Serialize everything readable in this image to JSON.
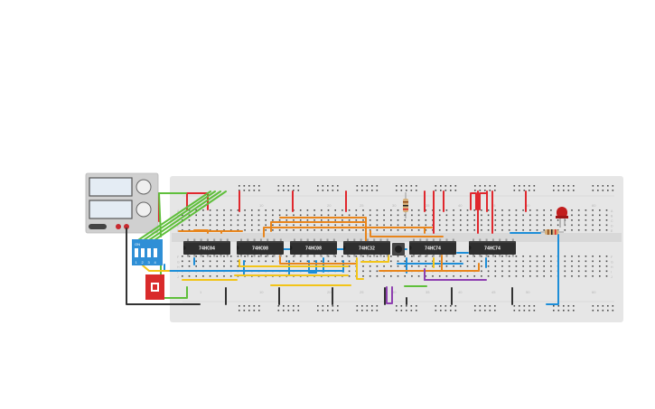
{
  "breadboard": {
    "column_numbers": [
      "1",
      "10",
      "20",
      "25",
      "30",
      "35",
      "40",
      "45",
      "50",
      "60"
    ],
    "row_letters_top": [
      "a",
      "b",
      "c",
      "d",
      "e"
    ],
    "row_letters_bottom": [
      "f",
      "g",
      "h",
      "i",
      "j"
    ]
  },
  "chips": [
    {
      "label": "74HC04"
    },
    {
      "label": "74HC08"
    },
    {
      "label": "74HC08"
    },
    {
      "label": "74HC32"
    },
    {
      "label": "74HC74"
    },
    {
      "label": "74HC74"
    }
  ],
  "dip_switch": {
    "on_label": "ON",
    "positions": [
      "1",
      "2",
      "3",
      "4"
    ]
  },
  "colors": {
    "wire_red": "#e0282e",
    "wire_green": "#5fbf3b",
    "wire_blue": "#1d8ed8",
    "wire_orange": "#e8851c",
    "wire_yellow": "#f2c418",
    "wire_purple": "#8e3fb0",
    "wire_black": "#333333",
    "chip": "#2f2f2f",
    "board": "#e6e6e6"
  }
}
